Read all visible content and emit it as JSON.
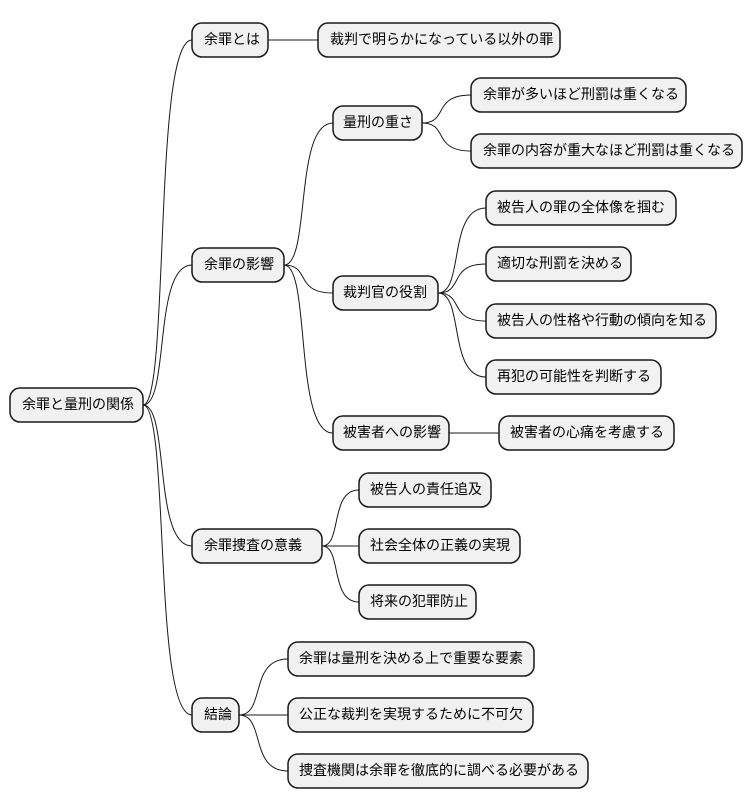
{
  "root": {
    "label": "余罪と量刑の関係"
  },
  "branches": [
    {
      "label": "余罪とは",
      "children": [
        {
          "label": "裁判で明らかになっている以外の罪"
        }
      ]
    },
    {
      "label": "余罪の影響",
      "children": [
        {
          "label": "量刑の重さ",
          "children": [
            {
              "label": "余罪が多いほど刑罰は重くなる"
            },
            {
              "label": "余罪の内容が重大なほど刑罰は重くなる"
            }
          ]
        },
        {
          "label": "裁判官の役割",
          "children": [
            {
              "label": "被告人の罪の全体像を掴む"
            },
            {
              "label": "適切な刑罰を決める"
            },
            {
              "label": "被告人の性格や行動の傾向を知る"
            },
            {
              "label": "再犯の可能性を判断する"
            }
          ]
        },
        {
          "label": "被害者への影響",
          "children": [
            {
              "label": "被害者の心痛を考慮する"
            }
          ]
        }
      ]
    },
    {
      "label": "余罪捜査の意義",
      "children": [
        {
          "label": "被告人の責任追及"
        },
        {
          "label": "社会全体の正義の実現"
        },
        {
          "label": "将来の犯罪防止"
        }
      ]
    },
    {
      "label": "結論",
      "children": [
        {
          "label": "余罪は量刑を決める上で重要な要素"
        },
        {
          "label": "公正な裁判を実現するために不可欠"
        },
        {
          "label": "捜査機関は余罪を徹底的に調べる必要がある"
        }
      ]
    }
  ]
}
